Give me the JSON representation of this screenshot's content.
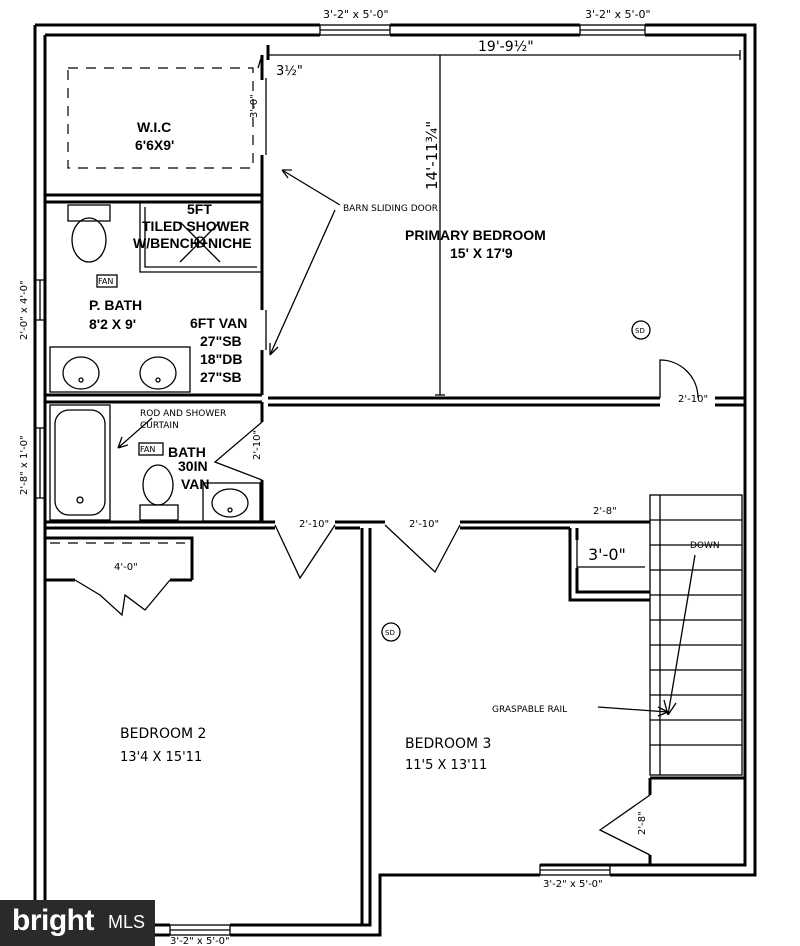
{
  "window_labels": {
    "top_left": "3'-2\" x 5'-0\"",
    "top_right": "3'-2\" x 5'-0\"",
    "left_upper": "2'-0\" x 4'-0\"",
    "left_lower": "2'-8\" x 1'-0\"",
    "bottom_right": "3'-2\" x 5'-0\"",
    "bottom_left": "3'-2\" x 5'-0\""
  },
  "dimensions": {
    "bedroom_width": "19'-9½\"",
    "bedroom_height": "14'-11¾\"",
    "wic_offset": "3½\"",
    "wic_door": "3'-0\"",
    "bath_door": "2'-10\"",
    "primary_door": "2'-10\"",
    "bed2_door": "2'-10\"",
    "bed3_door": "2'-10\"",
    "closet_door": "4'-0\"",
    "linen_door": "2'-8\"",
    "landing": "3'-0\"",
    "stair_closet_door": "2'-8\""
  },
  "rooms": {
    "wic_name": "W.I.C",
    "wic_size": "6'6X9'",
    "shower_line1": "5FT",
    "shower_line2": "TILED SHOWER",
    "shower_line3": "W/BENCH+NICHE",
    "pbath_name": "P. BATH",
    "pbath_size": "8'2 X 9'",
    "vanity_line1": "6FT VAN",
    "vanity_line2": "27\"SB",
    "vanity_line3": "18\"DB",
    "vanity_line4": "27\"SB",
    "primary_name": "PRIMARY BEDROOM",
    "primary_size": "15' X 17'9",
    "bath_name": "BATH",
    "bath_van1": "30IN",
    "bath_van2": "VAN",
    "bed2_name": "BEDROOM 2",
    "bed2_size": "13'4 X 15'11",
    "bed3_name": "BEDROOM 3",
    "bed3_size": "11'5 X 13'11"
  },
  "annotations": {
    "barn_door": "BARN SLIDING DOOR",
    "rod_curtain_1": "ROD AND SHOWER",
    "rod_curtain_2": "CURTAIN",
    "fan": "FAN",
    "smoke": "SD",
    "down": "DOWN",
    "rail": "GRASPABLE RAIL"
  },
  "branding": {
    "logo_text": "bright",
    "logo_suffix": "MLS"
  }
}
